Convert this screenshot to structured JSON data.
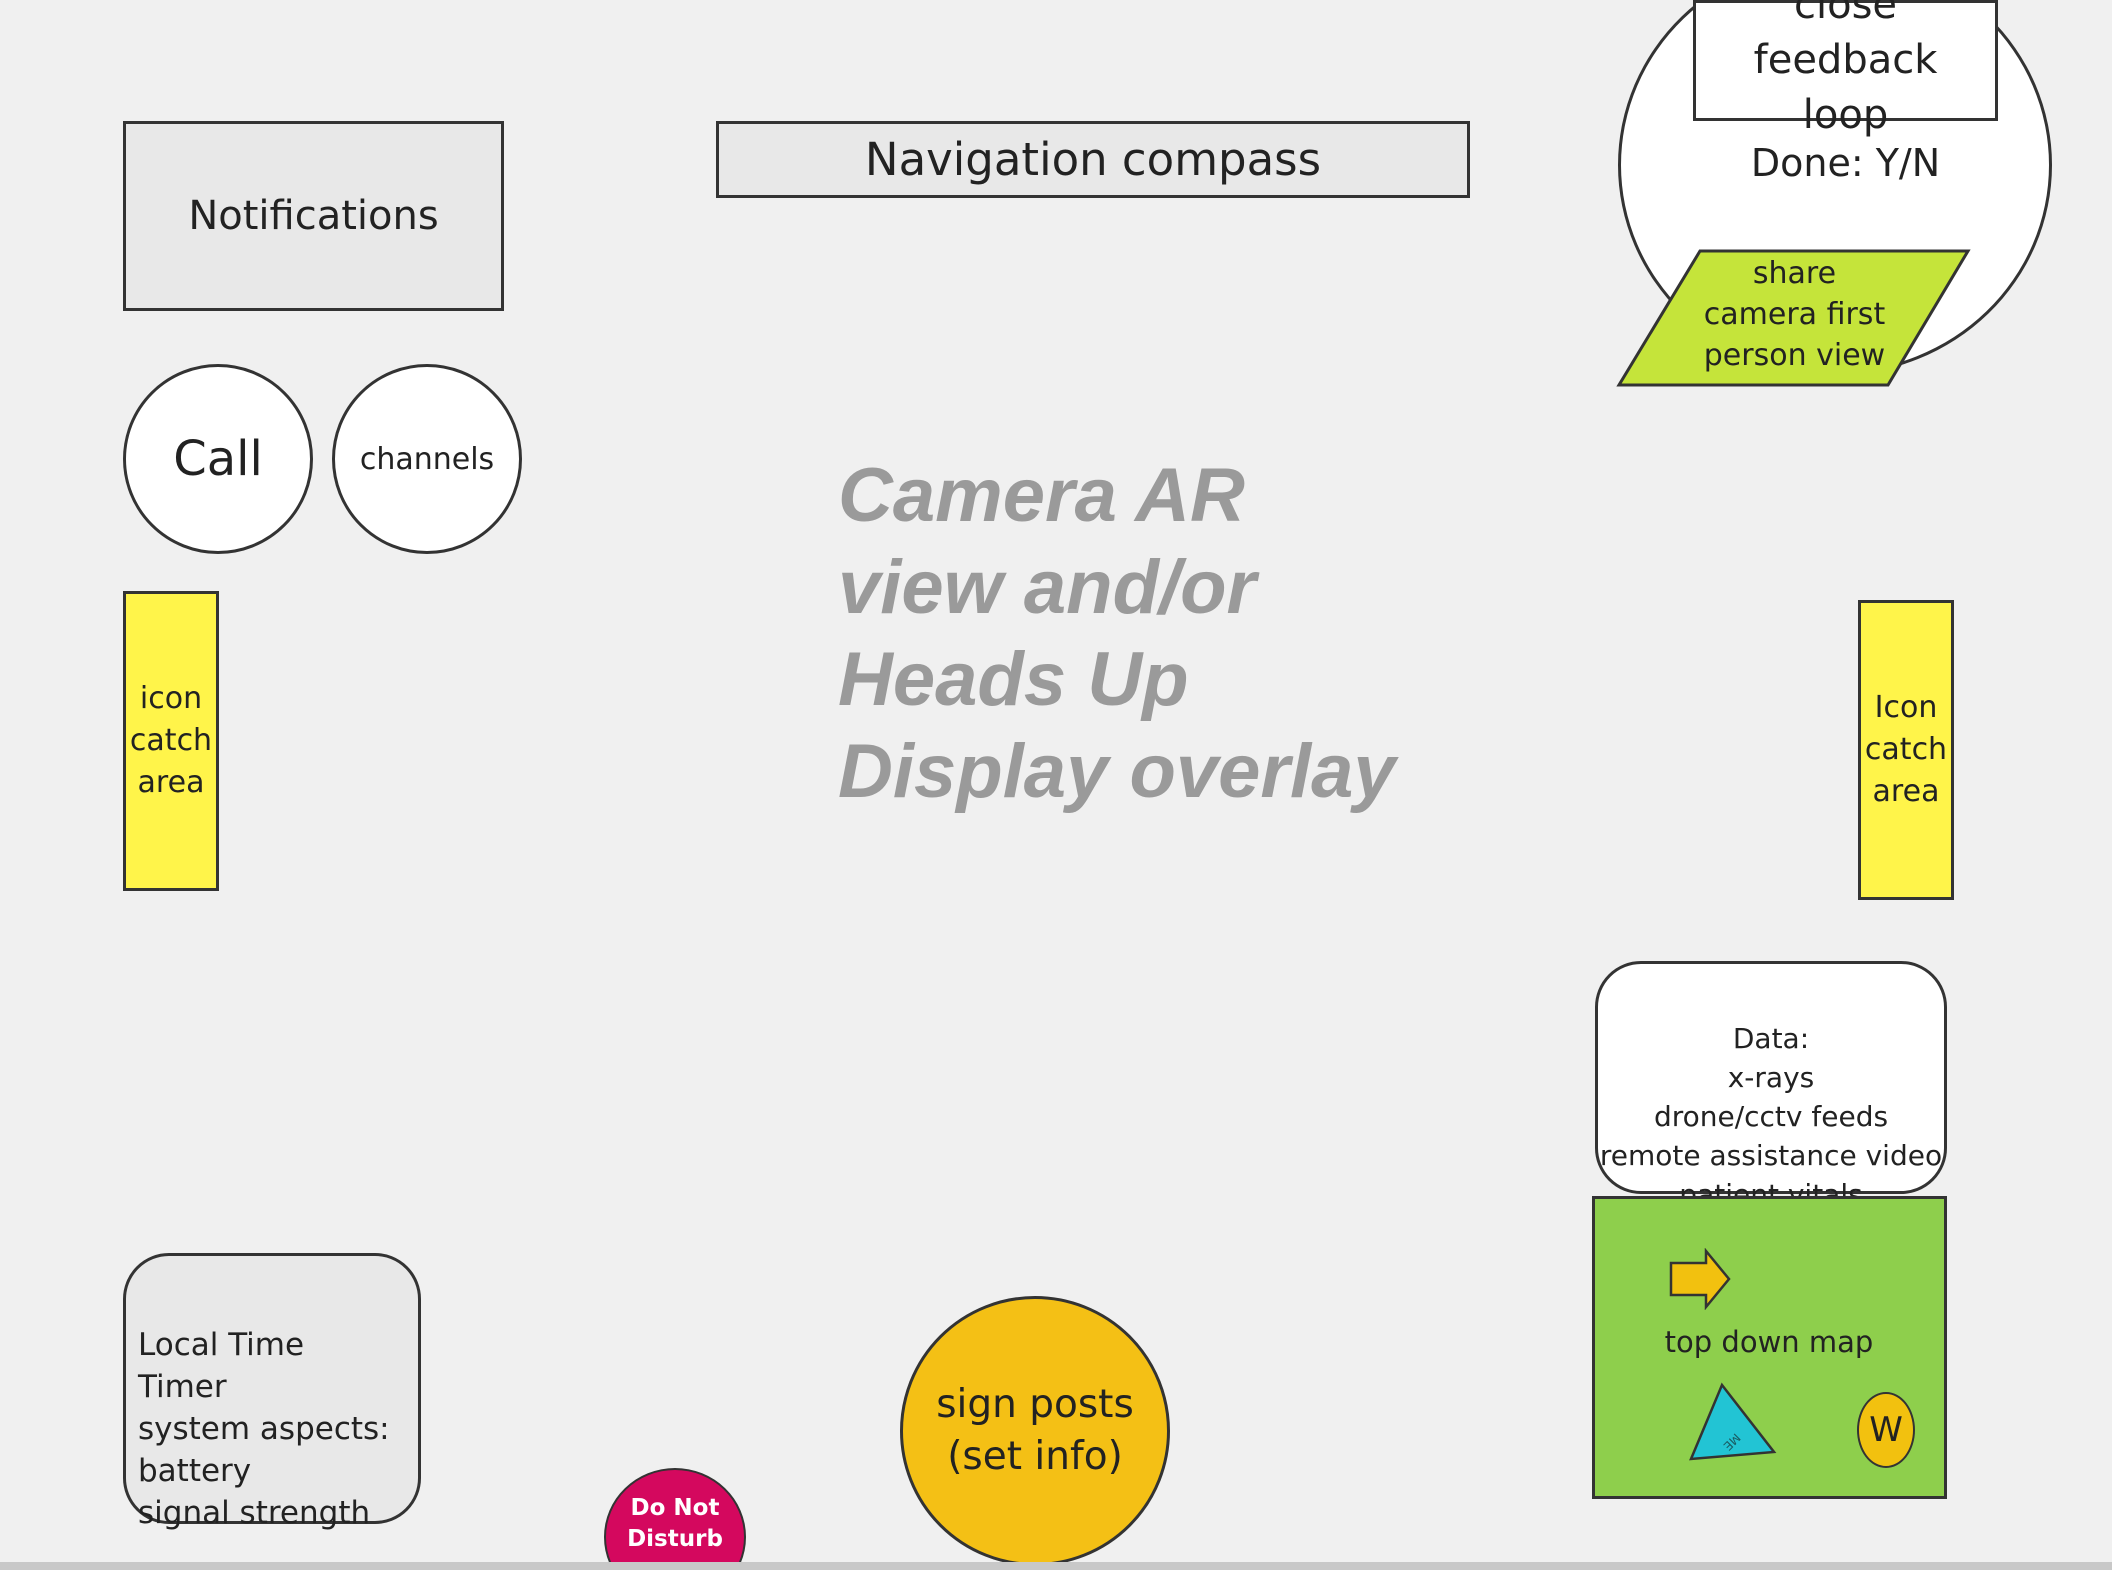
{
  "notifications": {
    "label": "Notifications"
  },
  "navigation": {
    "label": "Navigation compass"
  },
  "feedback": {
    "title": "close feedback\nloop",
    "done": "Done: Y/N",
    "share": "share\ncamera first\nperson view"
  },
  "call": {
    "label": "Call"
  },
  "channels": {
    "label": "channels"
  },
  "left_catch": {
    "label": "icon\ncatch\narea"
  },
  "right_catch": {
    "label": "Icon\ncatch\narea"
  },
  "hud": {
    "text": "Camera AR\nview and/or\nHeads Up\nDisplay overlay"
  },
  "data_panel": {
    "text": "Data:\nx-rays\ndrone/cctv feeds\nremote assistance video\npatient vitals"
  },
  "map": {
    "label": "top down map",
    "me_label": "ME",
    "waypoint_label": "W"
  },
  "status": {
    "text": "Local Time\nTimer\nsystem aspects:\n   battery\n   signal strength"
  },
  "dnd": {
    "label": "Do Not\nDisturb"
  },
  "signposts": {
    "label": "sign posts\n(set info)"
  },
  "colors": {
    "background": "#f0f0f0",
    "panel_gray": "#e8e8e8",
    "catch_yellow": "#fff44a",
    "share_lime": "#c5e43a",
    "map_green": "#8ecf4c",
    "arrow_amber": "#f2c10f",
    "me_cyan": "#22c4d4",
    "signpost_amber": "#f4c015",
    "dnd_magenta": "#d4085e",
    "hud_text": "#9a9a9a"
  }
}
